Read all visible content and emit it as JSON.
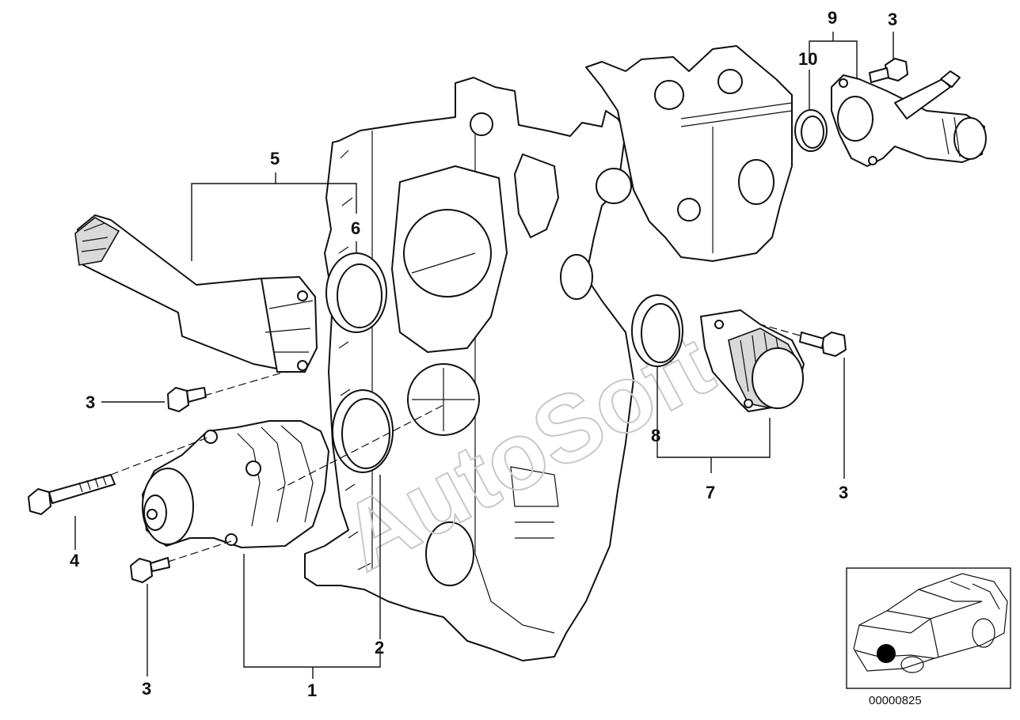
{
  "callouts": {
    "c1": "1",
    "c2": "2",
    "c3a": "3",
    "c3b": "3",
    "c3c": "3",
    "c3d": "3",
    "c4": "4",
    "c5": "5",
    "c6": "6",
    "c7": "7",
    "c8": "8",
    "c9": "9",
    "c10": "10"
  },
  "watermark": "AutoSoft",
  "reference_number": "00000825"
}
